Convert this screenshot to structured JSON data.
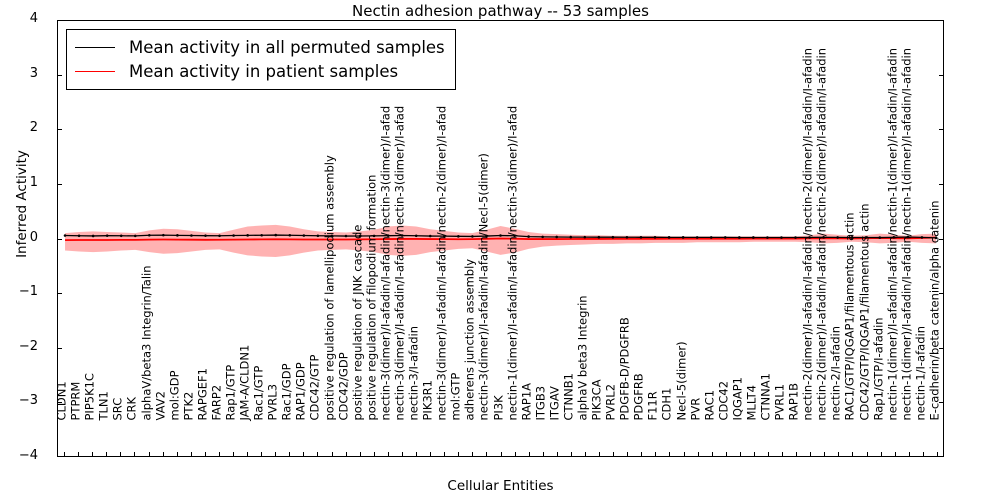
{
  "chart_data": {
    "type": "line",
    "title": "Nectin adhesion pathway -- 53 samples",
    "xlabel": "Cellular Entities",
    "ylabel": "Inferred Activity",
    "ylim": [
      -4,
      4
    ],
    "yticks": [
      -4,
      -3,
      -2,
      -1,
      0,
      1,
      2,
      3,
      4
    ],
    "ytick_labels": [
      "-4",
      "-3",
      "-2",
      "-1",
      "0",
      "1",
      "2",
      "3",
      "4"
    ],
    "grid": false,
    "legend_position": "upper left",
    "n_samples": 53,
    "categories": [
      "CLDN1",
      "PTPRM",
      "PIP5K1C",
      "TLN1",
      "SRC",
      "CRK",
      "alphaV/beta3 Integrin/Talin",
      "VAV2",
      "mol:GDP",
      "PTK2",
      "RAPGEF1",
      "FARP2",
      "Rap1/GTP",
      "JAM-A/CLDN1",
      "Rac1/GTP",
      "PVRL3",
      "Rac1/GDP",
      "RAP1/GDP",
      "CDC42/GTP",
      "positive regulation of lamellipodium assembly",
      "CDC42/GDP",
      "positive regulation of JNK cascade",
      "positive regulation of filopodium formation",
      "nectin-3(dimer)/I-afadin/I-afadin/nectin-3(dimer)/I-afad",
      "nectin-3(dimer)/I-afadin/I-afadin/nectin-3(dimer)/I-afad",
      "nectin-3/I-afadin",
      "PIK3R1",
      "nectin-3(dimer)/I-afadin/I-afadin/nectin-2(dimer)/I-afad",
      "mol:GTP",
      "adherens junction assembly",
      "nectin-3(dimer)/I-afadin/I-afadin/Necl-5(dimer)",
      "PI3K",
      "nectin-1(dimer)/I-afadin/I-afadin/nectin-3(dimer)/I-afad",
      "RAP1A",
      "ITGB3",
      "ITGAV",
      "CTNNB1",
      "alphaV beta3 Integrin",
      "PIK3CA",
      "PVRL2",
      "PDGFB-D/PDGFRB",
      "PDGFRB",
      "F11R",
      "CDH1",
      "Necl-5(dimer)",
      "PVR",
      "RAC1",
      "CDC42",
      "IQGAP1",
      "MLLT4",
      "CTNNA1",
      "PVRL1",
      "RAP1B",
      "nectin-2(dimer)/I-afadin/I-afadin/nectin-2(dimer)/I-afadin/I-afadin",
      "nectin-2(dimer)/I-afadin/I-afadin/nectin-2(dimer)/I-afadin/I-afadin",
      "nectin-2/I-afadin",
      "RAC1/GTP/IQGAP1/filamentous actin",
      "CDC42/GTP/IQGAP1/filamentous actin",
      "Rap1/GTP/I-afadin",
      "nectin-1(dimer)/I-afadin/I-afadin/nectin-1(dimer)/I-afadin/I-afadin",
      "nectin-1(dimer)/I-afadin/I-afadin/nectin-1(dimer)/I-afadin/I-afadin",
      "nectin-1/I-afadin",
      "E-cadherin/beta catenin/alpha catenin"
    ],
    "series": [
      {
        "name": "Mean activity in all permuted samples",
        "color": "#000000",
        "style": "solid-with-dots",
        "values": [
          0.055,
          0.05,
          0.047,
          0.052,
          0.05,
          0.048,
          0.06,
          0.062,
          0.058,
          0.055,
          0.052,
          0.05,
          0.055,
          0.058,
          0.06,
          0.063,
          0.06,
          0.055,
          0.05,
          0.048,
          0.045,
          0.046,
          0.048,
          0.052,
          0.055,
          0.05,
          0.045,
          0.043,
          0.04,
          0.038,
          0.045,
          0.055,
          0.05,
          0.035,
          0.03,
          0.028,
          0.026,
          0.025,
          0.024,
          0.024,
          0.023,
          0.022,
          0.022,
          0.021,
          0.021,
          0.02,
          0.02,
          0.02,
          0.019,
          0.019,
          0.018,
          0.018,
          0.018,
          0.02,
          0.022,
          0.02,
          0.018,
          0.018,
          0.017,
          0.022,
          0.028,
          0.02,
          0.012
        ]
      },
      {
        "name": "Mean activity in patient samples",
        "color": "#ff0000",
        "style": "solid",
        "values": [
          -0.03,
          -0.028,
          -0.027,
          -0.028,
          -0.026,
          -0.025,
          -0.02,
          -0.018,
          -0.02,
          -0.022,
          -0.024,
          -0.023,
          -0.02,
          -0.018,
          -0.016,
          -0.015,
          -0.016,
          -0.018,
          -0.019,
          -0.018,
          -0.018,
          -0.016,
          -0.014,
          -0.01,
          -0.008,
          -0.008,
          -0.01,
          -0.012,
          -0.014,
          -0.012,
          -0.006,
          0.0,
          -0.004,
          -0.01,
          -0.01,
          -0.01,
          -0.009,
          -0.008,
          -0.008,
          -0.007,
          -0.007,
          -0.006,
          -0.006,
          -0.005,
          -0.005,
          -0.005,
          -0.004,
          -0.004,
          -0.004,
          -0.003,
          -0.003,
          -0.003,
          -0.002,
          0.002,
          0.006,
          0.002,
          0.0,
          0.004,
          0.01,
          0.006,
          0.002,
          0.01,
          0.018
        ]
      }
    ],
    "band": {
      "name": "patient sample variability band",
      "color": "#ff0000",
      "opacity": 0.3,
      "upper": [
        0.1,
        0.12,
        0.13,
        0.12,
        0.11,
        0.1,
        0.15,
        0.18,
        0.17,
        0.14,
        0.11,
        0.1,
        0.16,
        0.22,
        0.24,
        0.25,
        0.22,
        0.17,
        0.13,
        0.12,
        0.11,
        0.13,
        0.16,
        0.22,
        0.24,
        0.22,
        0.17,
        0.14,
        0.11,
        0.1,
        0.16,
        0.23,
        0.18,
        0.12,
        0.09,
        0.08,
        0.07,
        0.06,
        0.06,
        0.05,
        0.05,
        0.05,
        0.05,
        0.04,
        0.04,
        0.04,
        0.04,
        0.04,
        0.04,
        0.04,
        0.04,
        0.04,
        0.04,
        0.06,
        0.09,
        0.07,
        0.05,
        0.06,
        0.09,
        0.07,
        0.05,
        0.08,
        0.09
      ],
      "lower": [
        -0.22,
        -0.24,
        -0.25,
        -0.24,
        -0.22,
        -0.21,
        -0.25,
        -0.28,
        -0.27,
        -0.24,
        -0.21,
        -0.2,
        -0.26,
        -0.31,
        -0.33,
        -0.34,
        -0.31,
        -0.26,
        -0.22,
        -0.21,
        -0.2,
        -0.22,
        -0.25,
        -0.3,
        -0.32,
        -0.3,
        -0.25,
        -0.22,
        -0.19,
        -0.18,
        -0.24,
        -0.3,
        -0.26,
        -0.19,
        -0.15,
        -0.13,
        -0.12,
        -0.11,
        -0.1,
        -0.1,
        -0.09,
        -0.09,
        -0.08,
        -0.08,
        -0.08,
        -0.07,
        -0.07,
        -0.07,
        -0.07,
        -0.06,
        -0.06,
        -0.06,
        -0.06,
        -0.07,
        -0.09,
        -0.08,
        -0.06,
        -0.07,
        -0.09,
        -0.08,
        -0.06,
        -0.08,
        -0.09
      ]
    }
  }
}
